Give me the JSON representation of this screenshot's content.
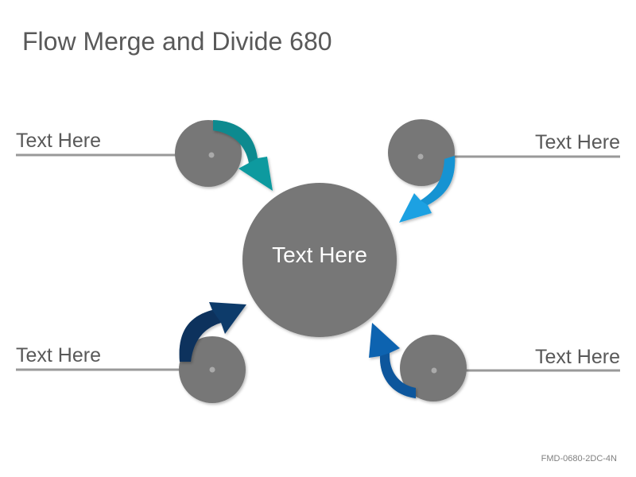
{
  "title": "Flow Merge and Divide 680",
  "center": {
    "label": "Text Here"
  },
  "nodes": [
    {
      "label": "Text Here",
      "arrow_color": "#0E9A9F"
    },
    {
      "label": "Text Here",
      "arrow_color": "#1BA1E2"
    },
    {
      "label": "Text Here",
      "arrow_color": "#0D3A6B"
    },
    {
      "label": "Text Here",
      "arrow_color": "#0E63B0"
    }
  ],
  "colors": {
    "circle": "#777777",
    "line": "#999999",
    "text": "#595959"
  },
  "footer_code": "FMD-0680-2DC-4N"
}
